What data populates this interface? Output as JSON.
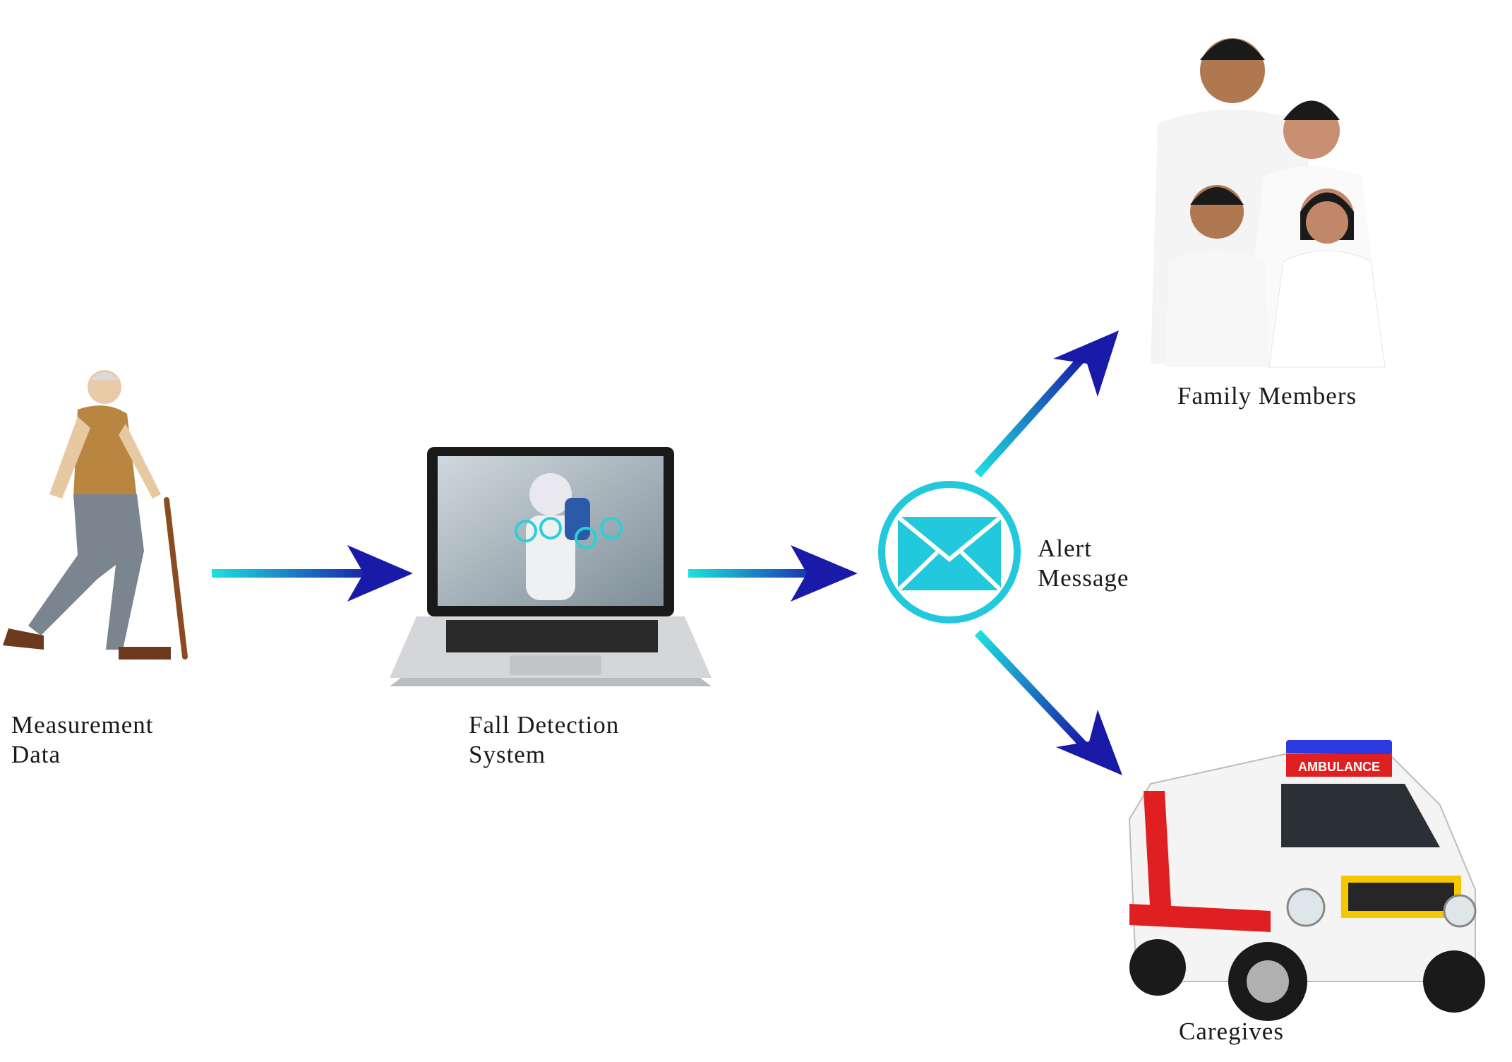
{
  "labels": {
    "measurement": "Measurement\nData",
    "fall_detection": "Fall Detection\nSystem",
    "alert": "Alert\nMessage",
    "family": "Family Members",
    "caregives": "Caregives"
  },
  "ambulance_text": "AMBULANCE",
  "colors": {
    "arrow_start": "#1de0e0",
    "arrow_end": "#1a1aa8",
    "envelope": "#22c8dc"
  }
}
